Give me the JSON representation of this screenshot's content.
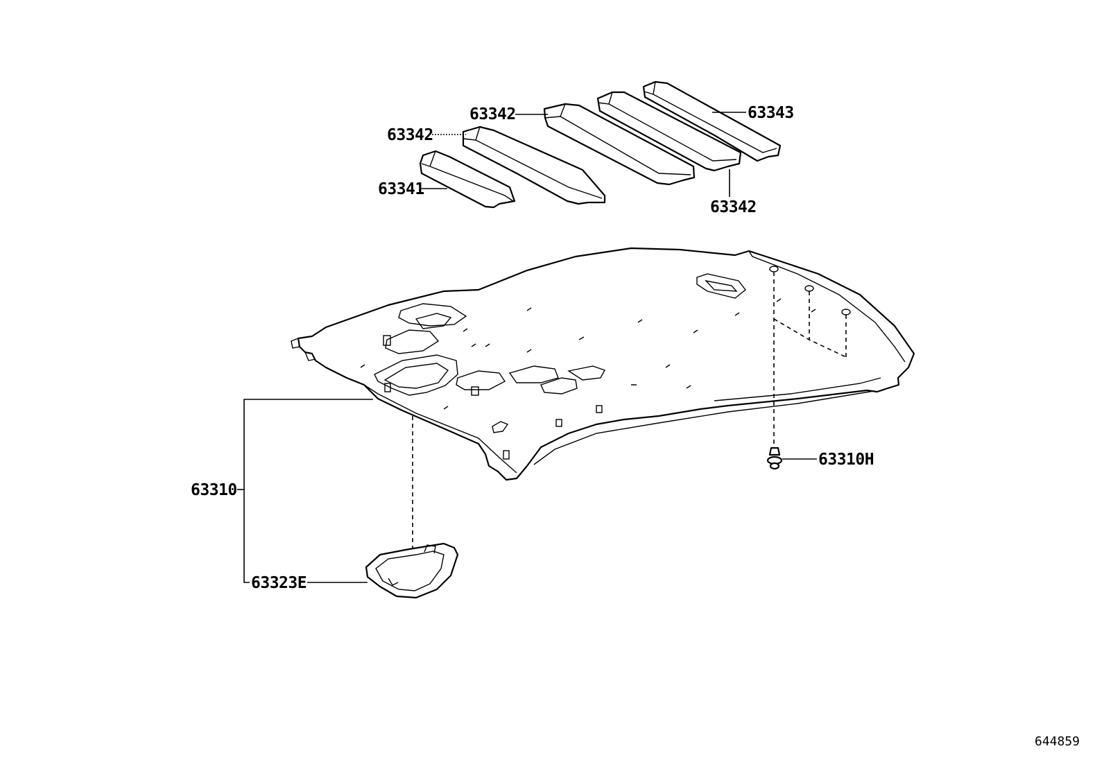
{
  "parts": {
    "headliner": "63310",
    "headliner_clip": "63310H",
    "grip_bezel": "63323E",
    "pad_front": "63341",
    "pad_mid_left": "63342",
    "pad_mid_center": "63342",
    "pad_mid_right": "63342",
    "pad_rear": "63343"
  },
  "diagram_ref": "644859"
}
